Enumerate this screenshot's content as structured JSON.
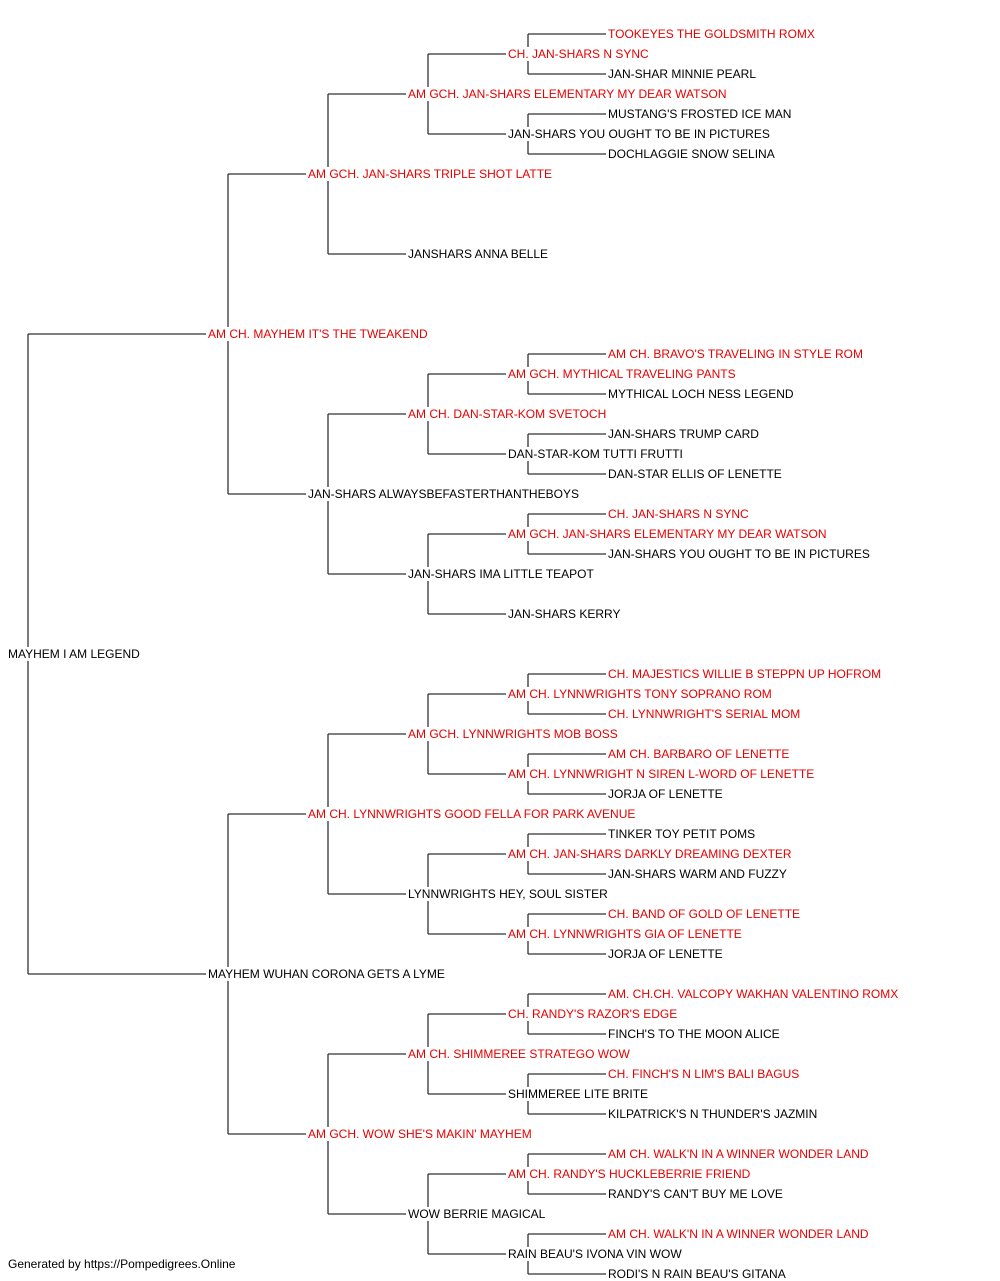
{
  "colors": {
    "champion": "#e60000",
    "normal": "#000000",
    "connector": "#333333"
  },
  "pedigree": {
    "name": "MAYHEM I AM LEGEND",
    "champion": false,
    "sire": {
      "name": "AM CH. MAYHEM IT'S THE TWEAKEND",
      "champion": true,
      "sire": {
        "name": "AM GCH. JAN-SHARS TRIPLE SHOT LATTE",
        "champion": true,
        "sire": {
          "name": "AM GCH. JAN-SHARS ELEMENTARY MY DEAR WATSON",
          "champion": true,
          "sire": {
            "name": "CH. JAN-SHARS N SYNC",
            "champion": true,
            "sire": {
              "name": "TOOKEYES THE GOLDSMITH ROMX",
              "champion": true
            },
            "dam": {
              "name": "JAN-SHAR MINNIE PEARL",
              "champion": false
            }
          },
          "dam": {
            "name": "JAN-SHARS YOU OUGHT TO BE IN PICTURES",
            "champion": false,
            "sire": {
              "name": "MUSTANG'S FROSTED ICE MAN",
              "champion": false
            },
            "dam": {
              "name": "DOCHLAGGIE SNOW SELINA",
              "champion": false
            }
          }
        },
        "dam": {
          "name": "JANSHARS ANNA BELLE",
          "champion": false
        }
      },
      "dam": {
        "name": "JAN-SHARS ALWAYSBEFASTERTHANTHEBOYS",
        "champion": false,
        "sire": {
          "name": "AM CH. DAN-STAR-KOM SVETOCH",
          "champion": true,
          "sire": {
            "name": "AM GCH. MYTHICAL TRAVELING PANTS",
            "champion": true,
            "sire": {
              "name": "AM CH. BRAVO'S TRAVELING IN STYLE ROM",
              "champion": true
            },
            "dam": {
              "name": "MYTHICAL LOCH NESS LEGEND",
              "champion": false
            }
          },
          "dam": {
            "name": "DAN-STAR-KOM TUTTI FRUTTI",
            "champion": false,
            "sire": {
              "name": "JAN-SHARS TRUMP CARD",
              "champion": false
            },
            "dam": {
              "name": "DAN-STAR ELLIS OF LENETTE",
              "champion": false
            }
          }
        },
        "dam": {
          "name": "JAN-SHARS IMA LITTLE TEAPOT",
          "champion": false,
          "sire": {
            "name": "AM GCH. JAN-SHARS ELEMENTARY MY DEAR WATSON",
            "champion": true,
            "sire": {
              "name": "CH. JAN-SHARS N SYNC",
              "champion": true
            },
            "dam": {
              "name": "JAN-SHARS YOU OUGHT TO BE IN PICTURES",
              "champion": false
            }
          },
          "dam": {
            "name": "JAN-SHARS KERRY",
            "champion": false
          }
        }
      }
    },
    "dam": {
      "name": "MAYHEM WUHAN CORONA GETS A LYME",
      "champion": false,
      "sire": {
        "name": "AM CH. LYNNWRIGHTS GOOD FELLA FOR PARK AVENUE",
        "champion": true,
        "sire": {
          "name": "AM GCH. LYNNWRIGHTS MOB BOSS",
          "champion": true,
          "sire": {
            "name": "AM CH. LYNNWRIGHTS TONY SOPRANO ROM",
            "champion": true,
            "sire": {
              "name": "CH. MAJESTICS WILLIE B STEPPN UP HOFROM",
              "champion": true
            },
            "dam": {
              "name": "CH. LYNNWRIGHT'S SERIAL MOM",
              "champion": true
            }
          },
          "dam": {
            "name": "AM CH. LYNNWRIGHT N SIREN L-WORD OF LENETTE",
            "champion": true,
            "sire": {
              "name": "AM CH. BARBARO OF LENETTE",
              "champion": true
            },
            "dam": {
              "name": "JORJA OF LENETTE",
              "champion": false
            }
          }
        },
        "dam": {
          "name": "LYNNWRIGHTS HEY, SOUL SISTER",
          "champion": false,
          "sire": {
            "name": "AM CH. JAN-SHARS DARKLY DREAMING DEXTER",
            "champion": true,
            "sire": {
              "name": "TINKER TOY PETIT POMS",
              "champion": false
            },
            "dam": {
              "name": "JAN-SHARS WARM AND FUZZY",
              "champion": false
            }
          },
          "dam": {
            "name": "AM CH. LYNNWRIGHTS GIA OF LENETTE",
            "champion": true,
            "sire": {
              "name": "CH. BAND OF GOLD OF LENETTE",
              "champion": true
            },
            "dam": {
              "name": "JORJA OF LENETTE",
              "champion": false
            }
          }
        }
      },
      "dam": {
        "name": "AM GCH. WOW SHE'S MAKIN' MAYHEM",
        "champion": true,
        "sire": {
          "name": "AM CH. SHIMMEREE STRATEGO WOW",
          "champion": true,
          "sire": {
            "name": "CH. RANDY'S RAZOR'S EDGE",
            "champion": true,
            "sire": {
              "name": "AM. CH.CH. VALCOPY WAKHAN VALENTINO ROMX",
              "champion": true
            },
            "dam": {
              "name": "FINCH'S TO THE MOON ALICE",
              "champion": false
            }
          },
          "dam": {
            "name": "SHIMMEREE LITE BRITE",
            "champion": false,
            "sire": {
              "name": "CH. FINCH'S N LIM'S BALI BAGUS",
              "champion": true
            },
            "dam": {
              "name": "KILPATRICK'S N THUNDER'S JAZMIN",
              "champion": false
            }
          }
        },
        "dam": {
          "name": "WOW BERRIE MAGICAL",
          "champion": false,
          "sire": {
            "name": "AM CH. RANDY'S HUCKLEBERRIE FRIEND",
            "champion": true,
            "sire": {
              "name": "AM CH. WALK'N IN A WINNER WONDER LAND",
              "champion": true
            },
            "dam": {
              "name": "RANDY'S CAN'T BUY ME LOVE",
              "champion": false
            }
          },
          "dam": {
            "name": "RAIN BEAU'S IVONA VIN WOW",
            "champion": false,
            "sire": {
              "name": "AM CH. WALK'N IN A WINNER WONDER LAND",
              "champion": true
            },
            "dam": {
              "name": "RODI'S N RAIN BEAU'S GITANA",
              "champion": false
            }
          }
        }
      }
    }
  },
  "footer": {
    "text": "Generated by https://Pompedigrees.Online"
  }
}
